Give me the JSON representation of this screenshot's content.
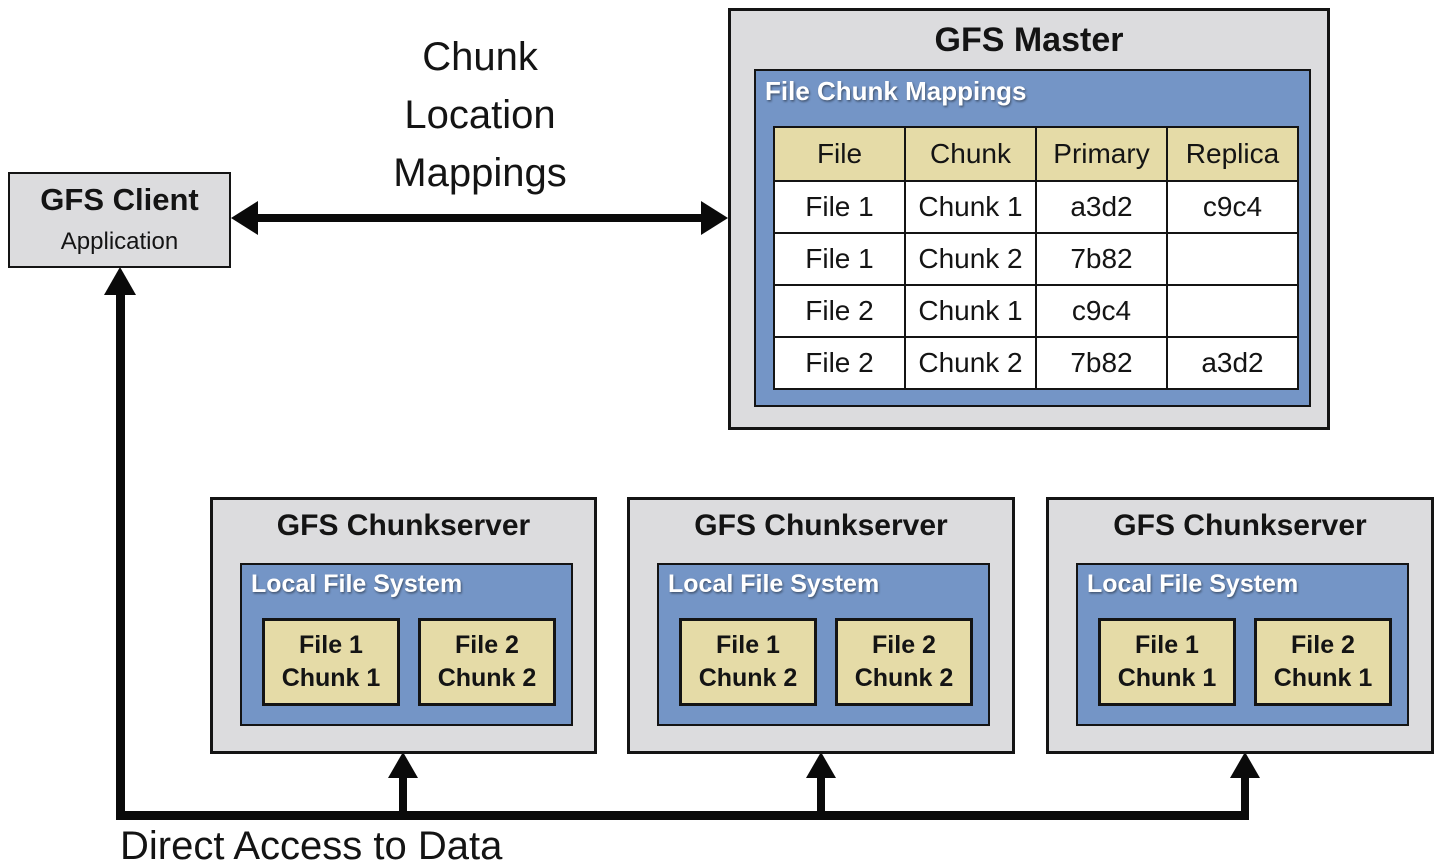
{
  "labels": {
    "chunk_location_mappings_lines": [
      "Chunk",
      "Location",
      "Mappings"
    ],
    "direct_access": "Direct Access to Data"
  },
  "client": {
    "title": "GFS Client",
    "subtitle": "Application"
  },
  "master": {
    "title": "GFS Master",
    "panel_label": "File Chunk Mappings",
    "table": {
      "headers": [
        "File",
        "Chunk",
        "Primary",
        "Replica"
      ],
      "rows": [
        [
          "File 1",
          "Chunk 1",
          "a3d2",
          "c9c4"
        ],
        [
          "File 1",
          "Chunk 2",
          "7b82",
          ""
        ],
        [
          "File 2",
          "Chunk 1",
          "c9c4",
          ""
        ],
        [
          "File 2",
          "Chunk 2",
          "7b82",
          "a3d2"
        ]
      ]
    }
  },
  "chunkservers": [
    {
      "title": "GFS Chunkserver",
      "panel_label": "Local File System",
      "chunks": [
        [
          "File 1",
          "Chunk 1"
        ],
        [
          "File 2",
          "Chunk 2"
        ]
      ]
    },
    {
      "title": "GFS Chunkserver",
      "panel_label": "Local File System",
      "chunks": [
        [
          "File 1",
          "Chunk 2"
        ],
        [
          "File 2",
          "Chunk 2"
        ]
      ]
    },
    {
      "title": "GFS Chunkserver",
      "panel_label": "Local File System",
      "chunks": [
        [
          "File 1",
          "Chunk 1"
        ],
        [
          "File 2",
          "Chunk 1"
        ]
      ]
    }
  ],
  "colors": {
    "box_gray": "#dcdcde",
    "panel_blue": "#7495c6",
    "cell_tan": "#e5dba7",
    "line_black": "#0a0a0a"
  }
}
